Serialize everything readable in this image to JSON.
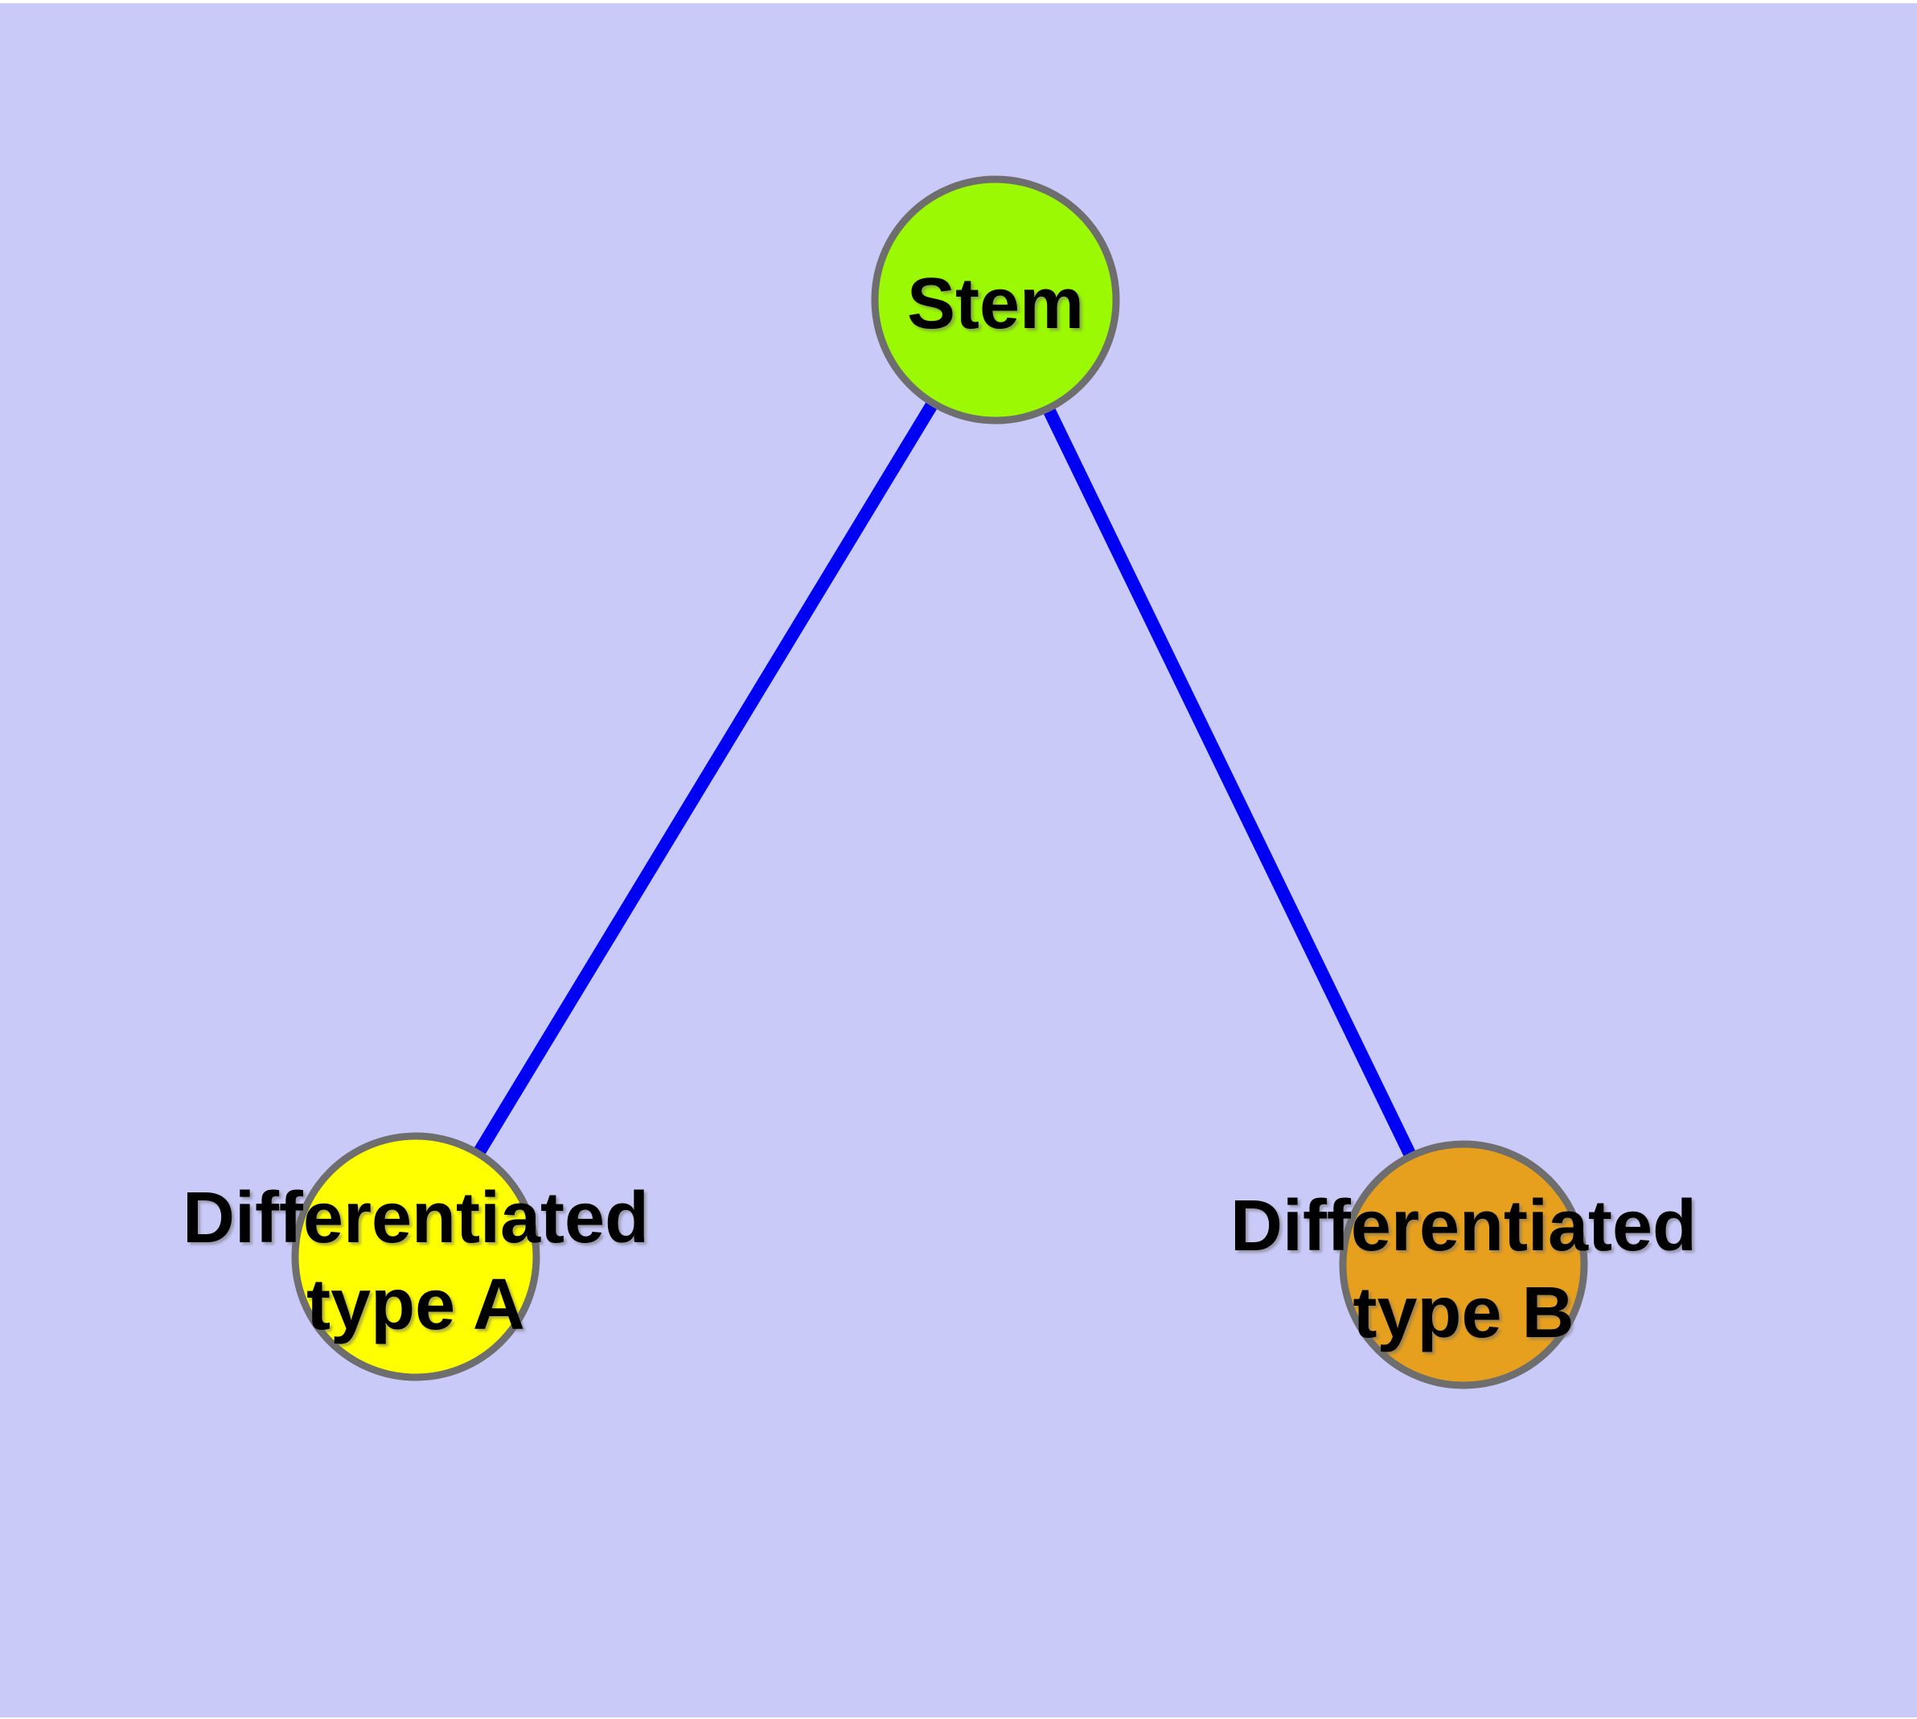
{
  "diagram": {
    "type": "graph",
    "description": "Stem cell differentiation tree with one parent node and two differentiated child nodes",
    "colors": {
      "background": "#cacaf9",
      "node_border": "#6e6e6e",
      "edge": "#0000f2",
      "text": "#000000"
    },
    "nodes": [
      {
        "id": "stem",
        "label": "Stem",
        "fill": "#9bf903"
      },
      {
        "id": "type-a",
        "label": "Differentiated type A",
        "label_lines": [
          "Differentiated",
          "type A"
        ],
        "fill": "#ffff00"
      },
      {
        "id": "type-b",
        "label": "Differentiated type B",
        "label_lines": [
          "Differentiated",
          "type B"
        ],
        "fill": "#e7a01e"
      }
    ],
    "edges": [
      {
        "from": "Stem",
        "to": "Differentiated type A"
      },
      {
        "from": "Stem",
        "to": "Differentiated type B"
      }
    ]
  }
}
